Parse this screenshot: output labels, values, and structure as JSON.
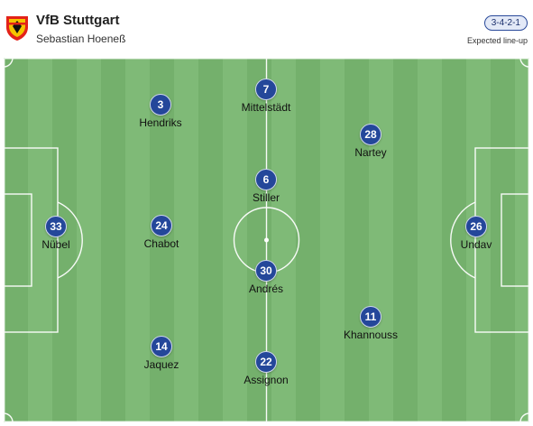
{
  "team": {
    "name": "VfB Stuttgart",
    "coach": "Sebastian Hoeneß",
    "formation": "3-4-2-1",
    "lineup_note": "Expected line-up"
  },
  "colors": {
    "pitch_light": "#7fba77",
    "pitch_dark": "#74b06c",
    "player_badge": "#24479a",
    "formation_border": "#2a4a9a",
    "crest_red": "#e32219"
  },
  "players": [
    {
      "number": "33",
      "name": "Nübel"
    },
    {
      "number": "3",
      "name": "Hendriks"
    },
    {
      "number": "24",
      "name": "Chabot"
    },
    {
      "number": "14",
      "name": "Jaquez"
    },
    {
      "number": "7",
      "name": "Mittelstädt"
    },
    {
      "number": "6",
      "name": "Stiller"
    },
    {
      "number": "30",
      "name": "Andrés"
    },
    {
      "number": "22",
      "name": "Assignon"
    },
    {
      "number": "28",
      "name": "Nartey"
    },
    {
      "number": "11",
      "name": "Khannouss"
    },
    {
      "number": "26",
      "name": "Undav"
    }
  ]
}
